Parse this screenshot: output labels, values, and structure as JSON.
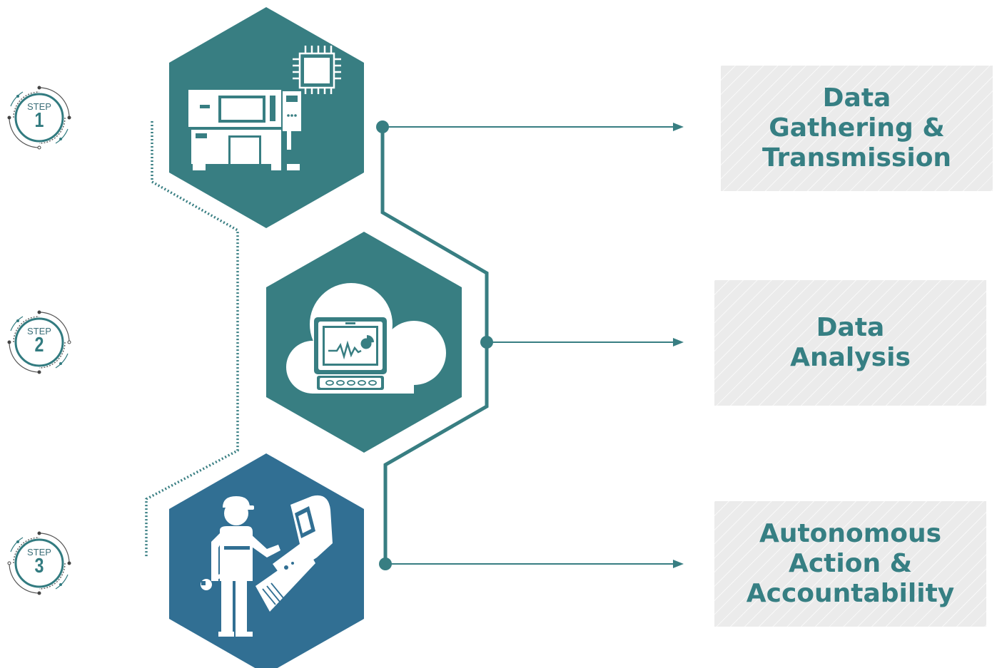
{
  "colors": {
    "teal": "#387e82",
    "blue": "#316f93",
    "label_text": "#367f83",
    "connector": "#387e82",
    "dotted": "#387e82",
    "label_box": "#ebebeb"
  },
  "steps": [
    {
      "badge": {
        "word": "STEP",
        "number": "1"
      },
      "icon": "machine-chip-icon",
      "label_lines": [
        "Data",
        "Gathering &",
        "Transmission"
      ]
    },
    {
      "badge": {
        "word": "STEP",
        "number": "2"
      },
      "icon": "cloud-monitor-icon",
      "label_lines": [
        "Data",
        "Analysis"
      ]
    },
    {
      "badge": {
        "word": "STEP",
        "number": "3"
      },
      "icon": "worker-control-panel-icon",
      "label_lines": [
        "Autonomous",
        "Action &",
        "Accountability"
      ]
    }
  ]
}
